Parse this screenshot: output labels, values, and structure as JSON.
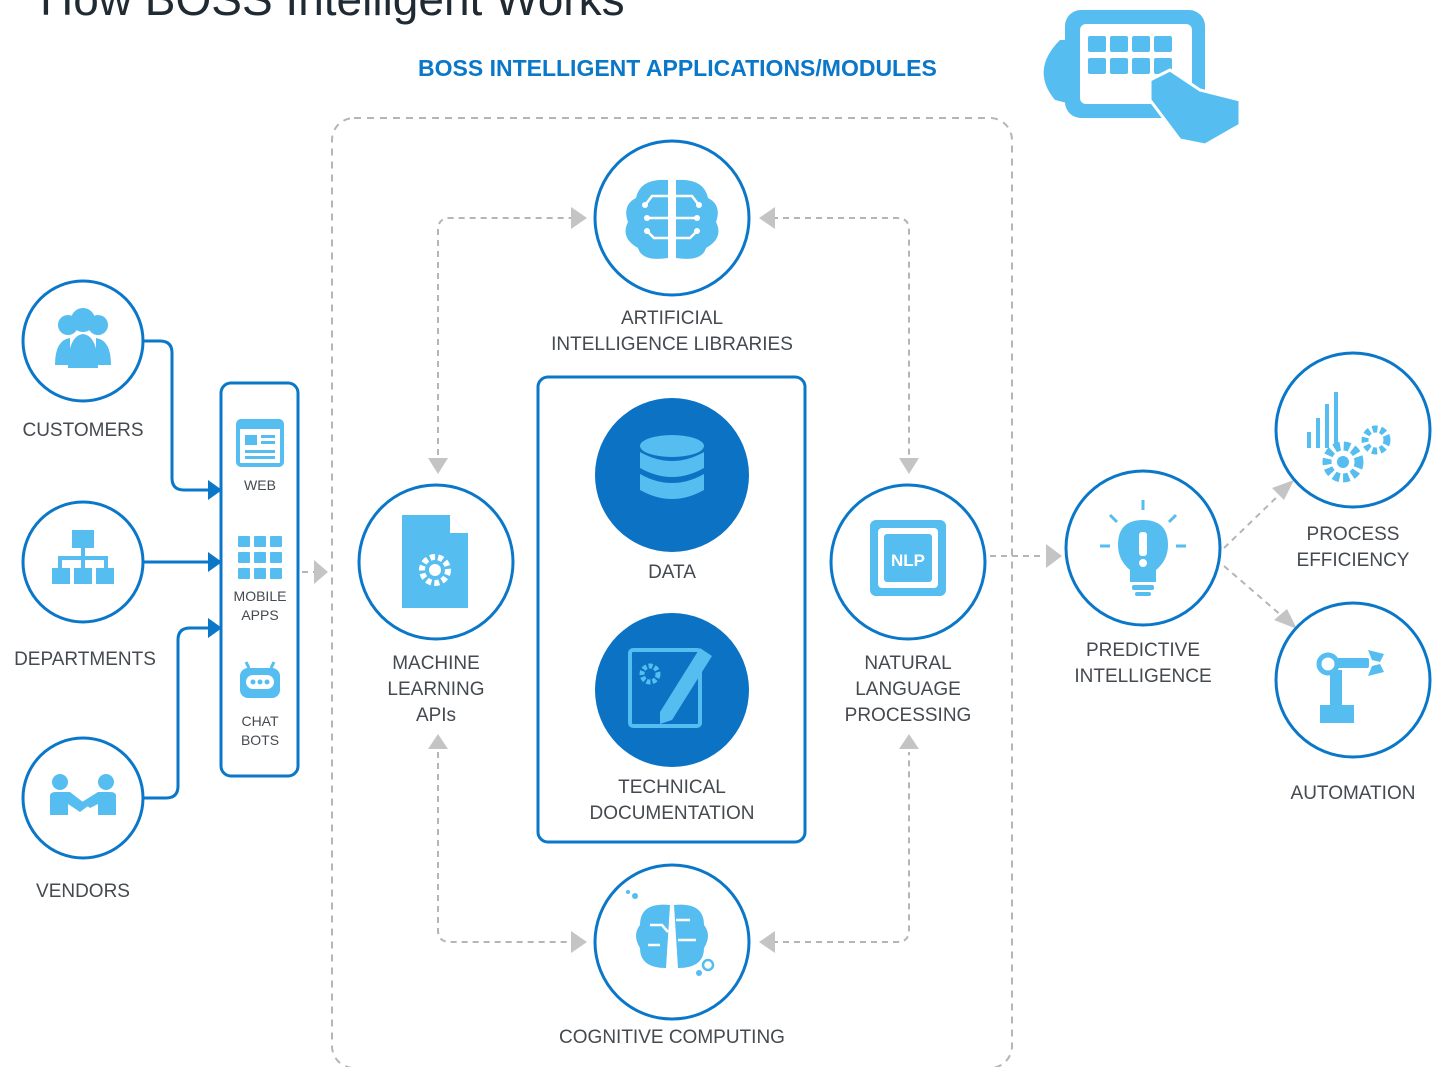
{
  "page_title_partial": "How BOSS Intelligent Works",
  "heading": "BOSS INTELLIGENT APPLICATIONS/MODULES",
  "sources": {
    "customers": "CUSTOMERS",
    "departments": "DEPARTMENTS",
    "vendors": "VENDORS"
  },
  "channels": {
    "web": "WEB",
    "mobile": "MOBILE\nAPPS",
    "chat": "CHAT\nBOTS"
  },
  "core": {
    "ml": "MACHINE\nLEARNING\nAPIs",
    "ai": "ARTIFICIAL\nINTELLIGENCE LIBRARIES",
    "nlp": "NATURAL\nLANGUAGE\nPROCESSING",
    "cognitive": "COGNITIVE COMPUTING",
    "data": "DATA",
    "tech_doc": "TECHNICAL\nDOCUMENTATION",
    "nlp_chip_text": "NLP"
  },
  "outputs": {
    "predictive": "PREDICTIVE\nINTELLIGENCE",
    "process": "PROCESS\nEFFICIENCY",
    "automation": "AUTOMATION"
  },
  "icons": {
    "customers": "people-group-icon",
    "departments": "org-chart-icon",
    "vendors": "handshake-icon",
    "web": "web-page-icon",
    "mobile": "app-grid-icon",
    "chat": "chatbot-icon",
    "ml": "gear-document-icon",
    "ai": "circuit-brain-icon",
    "nlp": "nlp-chip-icon",
    "cognitive": "digital-brain-icon",
    "data": "database-icon",
    "tech_doc": "document-edit-icon",
    "predictive": "light-bulb-icon",
    "process": "chart-gears-icon",
    "automation": "robot-arm-icon",
    "tablet": "tablet-touch-icon"
  },
  "colors": {
    "accent": "#0a77c9",
    "light_accent": "#55bdf0",
    "dark_fill": "#0b72c4",
    "connector_gray": "#b5b5b5",
    "text": "#444a50"
  }
}
